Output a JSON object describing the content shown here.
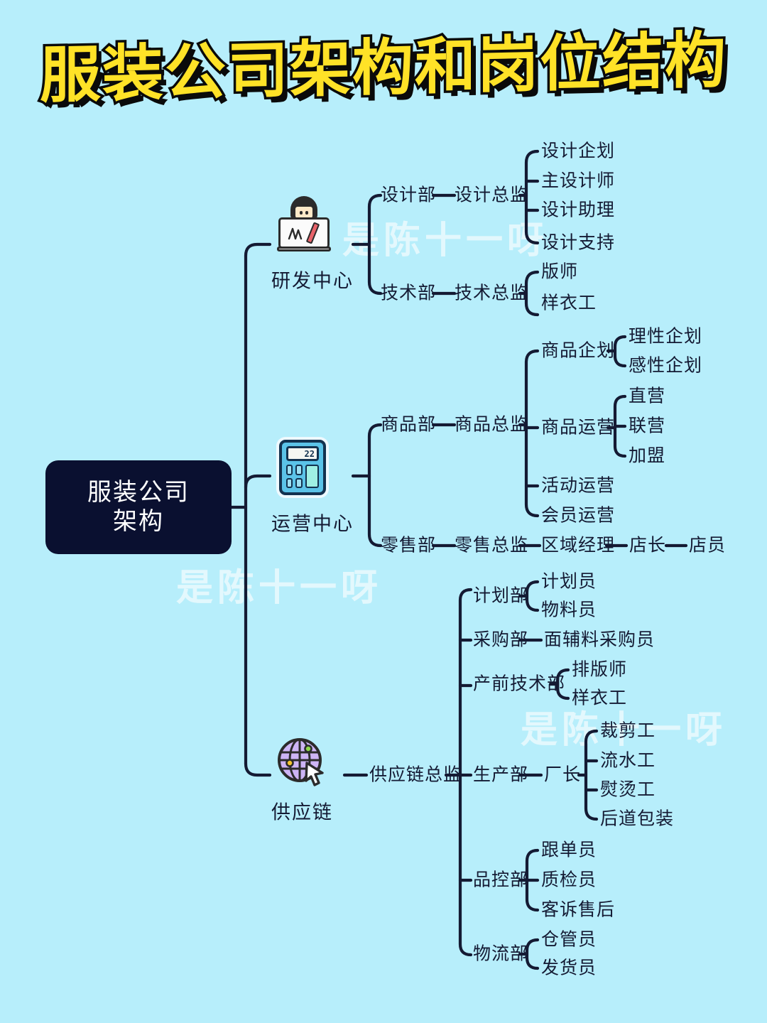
{
  "page": {
    "title": "服装公司架构和岗位结构",
    "background_color": "#b7eefb",
    "line_color": "#141a33",
    "title_fill": "#ffe227",
    "title_stroke": "#0a0a0a",
    "root_bg": "#0a1030",
    "root_text_color": "#ffffff"
  },
  "watermarks": [
    {
      "text": "是陈十一呀"
    },
    {
      "text": "是陈十一呀"
    },
    {
      "text": "是陈十一呀"
    }
  ],
  "root": {
    "line1": "服装公司",
    "line2": "架构"
  },
  "branches": [
    {
      "label": "研发中心",
      "icon": "laptop-person-icon",
      "children": [
        {
          "label": "设计部",
          "children": [
            {
              "label": "设计总监",
              "children": [
                {
                  "label": "设计企划"
                },
                {
                  "label": "主设计师"
                },
                {
                  "label": "设计助理"
                },
                {
                  "label": "设计支持"
                }
              ]
            }
          ]
        },
        {
          "label": "技术部",
          "children": [
            {
              "label": "技术总监",
              "children": [
                {
                  "label": "版师"
                },
                {
                  "label": "样衣工"
                }
              ]
            }
          ]
        }
      ]
    },
    {
      "label": "运营中心",
      "icon": "calculator-icon",
      "icon_display": "22",
      "children": [
        {
          "label": "商品部",
          "children": [
            {
              "label": "商品总监",
              "children": [
                {
                  "label": "商品企划",
                  "children": [
                    {
                      "label": "理性企划"
                    },
                    {
                      "label": "感性企划"
                    }
                  ]
                },
                {
                  "label": "商品运营",
                  "children": [
                    {
                      "label": "直营"
                    },
                    {
                      "label": "联营"
                    },
                    {
                      "label": "加盟"
                    }
                  ]
                },
                {
                  "label": "活动运营"
                },
                {
                  "label": "会员运营"
                }
              ]
            }
          ]
        },
        {
          "label": "零售部",
          "children": [
            {
              "label": "零售总监",
              "children": [
                {
                  "label": "区域经理",
                  "children": [
                    {
                      "label": "店长",
                      "children": [
                        {
                          "label": "店员"
                        }
                      ]
                    }
                  ]
                }
              ]
            }
          ]
        }
      ]
    },
    {
      "label": "供应链",
      "icon": "globe-cursor-icon",
      "children": [
        {
          "label": "供应链总监",
          "children": [
            {
              "label": "计划部",
              "children": [
                {
                  "label": "计划员"
                },
                {
                  "label": "物料员"
                }
              ]
            },
            {
              "label": "采购部",
              "children": [
                {
                  "label": "面辅料采购员"
                }
              ]
            },
            {
              "label": "产前技术部",
              "children": [
                {
                  "label": "排版师"
                },
                {
                  "label": "样衣工"
                }
              ]
            },
            {
              "label": "生产部",
              "children": [
                {
                  "label": "厂长",
                  "children": [
                    {
                      "label": "裁剪工"
                    },
                    {
                      "label": "流水工"
                    },
                    {
                      "label": "熨烫工"
                    },
                    {
                      "label": "后道包装"
                    }
                  ]
                }
              ]
            },
            {
              "label": "品控部",
              "children": [
                {
                  "label": "跟单员"
                },
                {
                  "label": "质检员"
                },
                {
                  "label": "客诉售后"
                }
              ]
            },
            {
              "label": "物流部",
              "children": [
                {
                  "label": "仓管员"
                },
                {
                  "label": "发货员"
                }
              ]
            }
          ]
        }
      ]
    }
  ],
  "nodes": {
    "b1": "研发中心",
    "b1_d1": "设计部",
    "b1_d1_1": "设计总监",
    "b1_d1_1_1": "设计企划",
    "b1_d1_1_2": "主设计师",
    "b1_d1_1_3": "设计助理",
    "b1_d1_1_4": "设计支持",
    "b1_d2": "技术部",
    "b1_d2_1": "技术总监",
    "b1_d2_1_1": "版师",
    "b1_d2_1_2": "样衣工",
    "b2": "运营中心",
    "b2_d1": "商品部",
    "b2_d1_1": "商品总监",
    "b2_d1_1_1": "商品企划",
    "b2_d1_1_1_1": "理性企划",
    "b2_d1_1_1_2": "感性企划",
    "b2_d1_1_2": "商品运营",
    "b2_d1_1_2_1": "直营",
    "b2_d1_1_2_2": "联营",
    "b2_d1_1_2_3": "加盟",
    "b2_d1_1_3": "活动运营",
    "b2_d1_1_4": "会员运营",
    "b2_d2": "零售部",
    "b2_d2_1": "零售总监",
    "b2_d2_1_1": "区域经理",
    "b2_d2_1_1_1": "店长",
    "b2_d2_1_1_1_1": "店员",
    "b3": "供应链",
    "b3_h": "供应链总监",
    "b3_d1": "计划部",
    "b3_d1_1": "计划员",
    "b3_d1_2": "物料员",
    "b3_d2": "采购部",
    "b3_d2_1": "面辅料采购员",
    "b3_d3": "产前技术部",
    "b3_d3_1": "排版师",
    "b3_d3_2": "样衣工",
    "b3_d4": "生产部",
    "b3_d4_1": "厂长",
    "b3_d4_1_1": "裁剪工",
    "b3_d4_1_2": "流水工",
    "b3_d4_1_3": "熨烫工",
    "b3_d4_1_4": "后道包装",
    "b3_d5": "品控部",
    "b3_d5_1": "跟单员",
    "b3_d5_2": "质检员",
    "b3_d5_3": "客诉售后",
    "b3_d6": "物流部",
    "b3_d6_1": "仓管员",
    "b3_d6_2": "发货员"
  },
  "icons": {
    "calc_display": "22"
  }
}
